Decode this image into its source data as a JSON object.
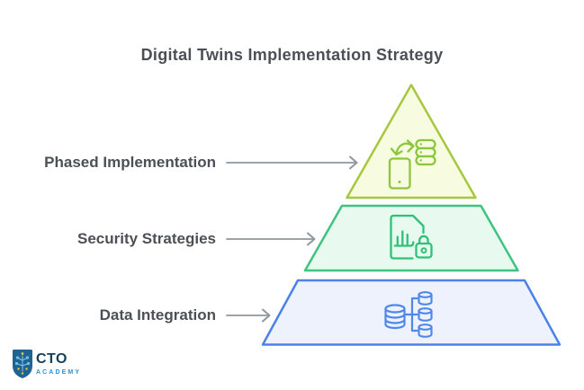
{
  "title": "Digital Twins Implementation Strategy",
  "levels": [
    {
      "label": "Phased Implementation",
      "icon": "device-sync-icon",
      "fill": "#f7fbdf",
      "border": "#a6c83e",
      "icon_color": "#8cc63f"
    },
    {
      "label": "Security Strategies",
      "icon": "secure-document-icon",
      "fill": "#e8f9ef",
      "border": "#3ec480",
      "icon_color": "#2ec177"
    },
    {
      "label": "Data Integration",
      "icon": "database-network-icon",
      "fill": "#edf2fd",
      "border": "#4a82e9",
      "icon_color": "#5088ea"
    }
  ],
  "logo": {
    "title": "CTO",
    "subtitle": "ACADEMY",
    "shield_color": "#1f6393",
    "shield_detail_color": "#7fc4e8",
    "shield_dot_color": "#f5c33b",
    "title_color": "#17405f",
    "subtitle_color": "#3090cf"
  },
  "colors": {
    "background": "#ffffff",
    "heading_text": "#4b5056",
    "arrow": "#8e979e"
  }
}
